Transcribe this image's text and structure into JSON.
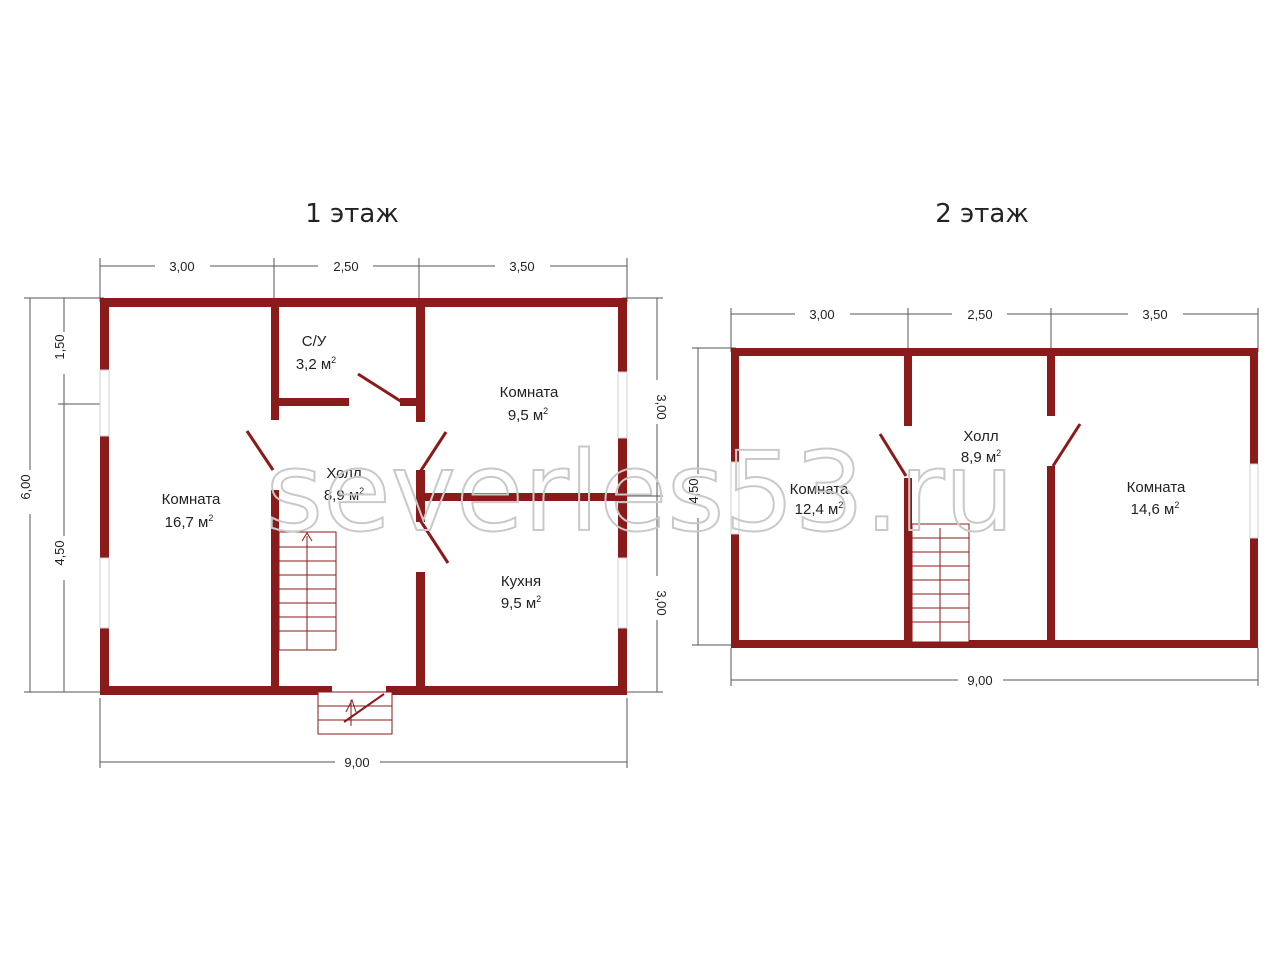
{
  "watermark": "severles53.ru",
  "colors": {
    "wall": "#8b1a1a",
    "dimension": "#555555",
    "watermark": "#c9c9c9"
  },
  "floor1": {
    "title": "1 этаж",
    "dims": {
      "top": [
        "3,00",
        "2,50",
        "3,50"
      ],
      "bottom": "9,00",
      "left_total": "6,00",
      "left_parts": [
        "1,50",
        "4,50"
      ],
      "right_parts": [
        "3,00",
        "3,00"
      ]
    },
    "rooms": {
      "living_name": "Комната",
      "living_area": "16,7 м",
      "bath_name": "С/У",
      "bath_area": "3,2 м",
      "room_name": "Комната",
      "room_area": "9,5 м",
      "hall_name": "Холл",
      "hall_area": "8,9 м",
      "kitchen_name": "Кухня",
      "kitchen_area": "9,5 м",
      "sup": "2"
    }
  },
  "floor2": {
    "title": "2 этаж",
    "dims": {
      "top": [
        "3,00",
        "2,50",
        "3,50"
      ],
      "bottom": "9,00",
      "left": "4,50"
    },
    "rooms": {
      "left_name": "Комната",
      "left_area": "12,4 м",
      "hall_name": "Холл",
      "hall_area": "8,9 м",
      "right_name": "Комната",
      "right_area": "14,6 м",
      "sup": "2"
    }
  }
}
